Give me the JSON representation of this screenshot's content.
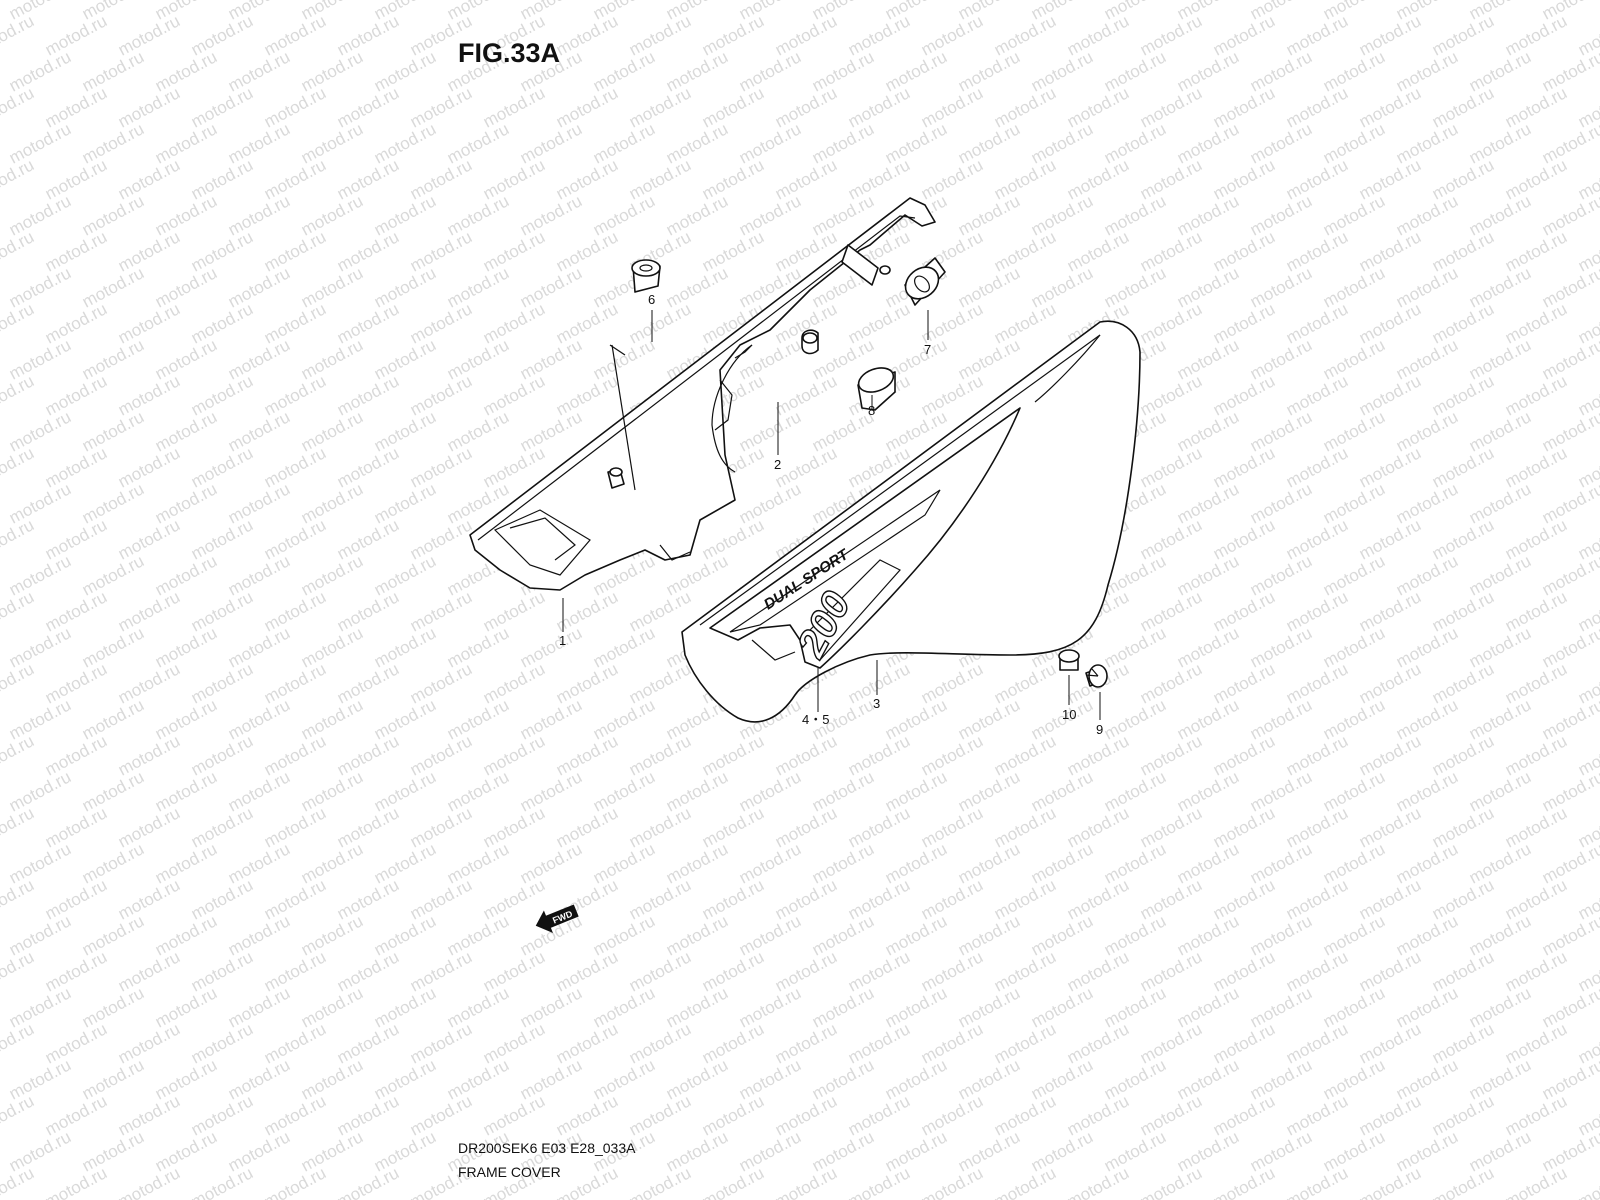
{
  "figure": {
    "title": "FIG.33A",
    "code": "DR200SEK6 E03 E28_033A",
    "name": "FRAME COVER"
  },
  "watermark": {
    "text": "motod.ru",
    "color": "#d9d9d9"
  },
  "decal": {
    "text_small": "DUAL SPORT",
    "text_large": "200"
  },
  "fwd_arrow": {
    "label": "FWD"
  },
  "callouts": [
    {
      "id": "1",
      "label": "1"
    },
    {
      "id": "2",
      "label": "2"
    },
    {
      "id": "3",
      "label": "3"
    },
    {
      "id": "45",
      "label": "4・5"
    },
    {
      "id": "6",
      "label": "6"
    },
    {
      "id": "7",
      "label": "7"
    },
    {
      "id": "8",
      "label": "8"
    },
    {
      "id": "9",
      "label": "9"
    },
    {
      "id": "10",
      "label": "10"
    }
  ],
  "colors": {
    "line": "#111111",
    "background": "#ffffff"
  }
}
